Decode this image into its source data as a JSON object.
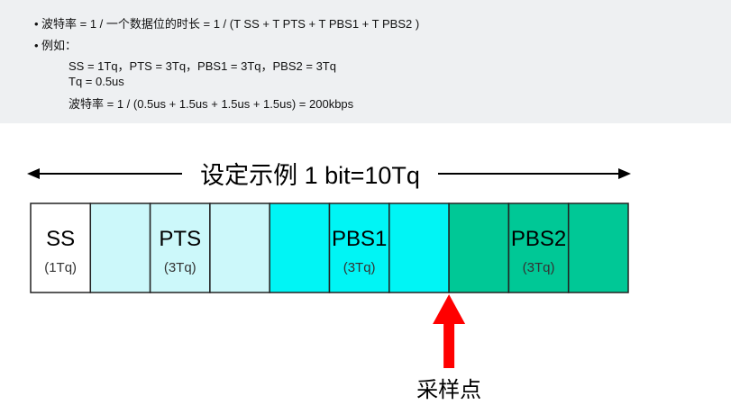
{
  "notes": {
    "line1": "波特率 = 1 / 一个数据位的时长 = 1 / (T SS + T PTS + T PBS1 + T PBS2 )",
    "line2": "例如：",
    "line3": "SS = 1Tq，PTS = 3Tq，PBS1 = 3Tq，PBS2 = 3Tq",
    "line4": "Tq = 0.5us",
    "line5": "波特率 = 1 / (0.5us + 1.5us + 1.5us + 1.5us) = 200kbps",
    "bullet": "•"
  },
  "diagram": {
    "title": "设定示例 1 bit=10Tq",
    "segments": [
      {
        "name": "SS",
        "sub": "(1Tq)",
        "tq": 1,
        "color": "#ffffff"
      },
      {
        "name": "PTS",
        "sub": "(3Tq)",
        "tq": 3,
        "color": "#ccf8fa"
      },
      {
        "name": "PBS1",
        "sub": "(3Tq)",
        "tq": 3,
        "color": "#00f5f5"
      },
      {
        "name": "PBS2",
        "sub": "(3Tq)",
        "tq": 3,
        "color": "#00c896"
      }
    ],
    "sample_label": "采样点",
    "arrow_color": "#ff0000"
  }
}
